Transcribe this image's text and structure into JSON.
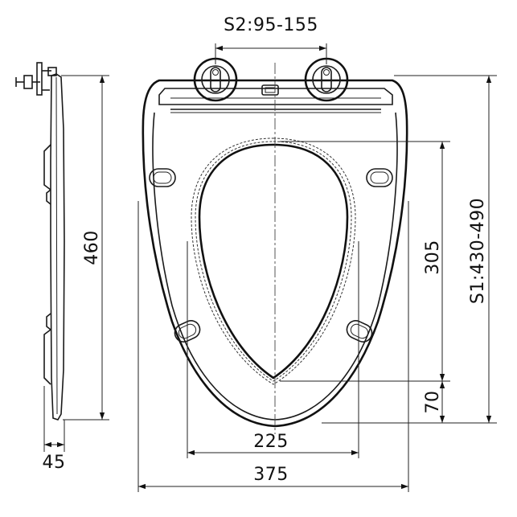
{
  "labels": {
    "s2": "S2:95-155",
    "s1": "S1:430-490",
    "h460": "460",
    "h305": "305",
    "h70": "70",
    "w225": "225",
    "w375": "375",
    "t45": "45"
  }
}
